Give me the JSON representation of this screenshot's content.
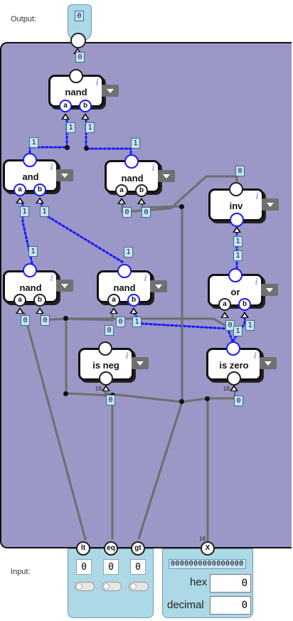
{
  "labels": {
    "output": "Output:",
    "input": "Input:"
  },
  "output_value": "0",
  "gates": {
    "nand_top": {
      "name": "nand",
      "in_a": "a",
      "in_b": "b"
    },
    "and_left": {
      "name": "and",
      "in_a": "a",
      "in_b": "b"
    },
    "nand_mid": {
      "name": "nand",
      "in_a": "a",
      "in_b": "b"
    },
    "inv": {
      "name": "inv"
    },
    "nand_low_left": {
      "name": "nand",
      "in_a": "a",
      "in_b": "b"
    },
    "nand_low_mid": {
      "name": "nand",
      "in_a": "a",
      "in_b": "b"
    },
    "or": {
      "name": "or",
      "in_a": "a",
      "in_b": "b"
    },
    "is_neg": {
      "name": "is neg"
    },
    "is_zero": {
      "name": "is zero"
    }
  },
  "wire_values": {
    "out": "0",
    "t_a": "1",
    "t_b": "1",
    "and_in": "1",
    "nand_mid_in": "1",
    "and_a": "1",
    "and_b": "1",
    "nm_a": "0",
    "nm_b": "0",
    "inv_in": "0",
    "inv_out": "1",
    "nll_in": "1",
    "nlm_in": "1",
    "or_in": "1",
    "nll_a": "0",
    "nll_b": "0",
    "nlm_a": "0",
    "nlm_b": "1",
    "or_a": "0",
    "or_b": "1",
    "neg_out": "0",
    "zero_out": "1",
    "neg_in": "0",
    "zero_in": "0"
  },
  "bus_width": {
    "neg": "16",
    "zero": "16",
    "x": "16"
  },
  "info_icon": "info-icon",
  "inputs": {
    "lt": {
      "label": "lt",
      "value": "0"
    },
    "eq": {
      "label": "eq",
      "value": "0"
    },
    "gt": {
      "label": "gt",
      "value": "0"
    },
    "x": {
      "label": "X",
      "bits": "0000000000000000",
      "hex_label": "hex",
      "hex_value": "0",
      "decimal_label": "decimal",
      "decimal_value": "0"
    }
  },
  "colors": {
    "canvas": "#9b97c6",
    "active_wire": "#1a1aff",
    "inactive_wire": "#6e6e6e",
    "panel": "#add8e6"
  }
}
